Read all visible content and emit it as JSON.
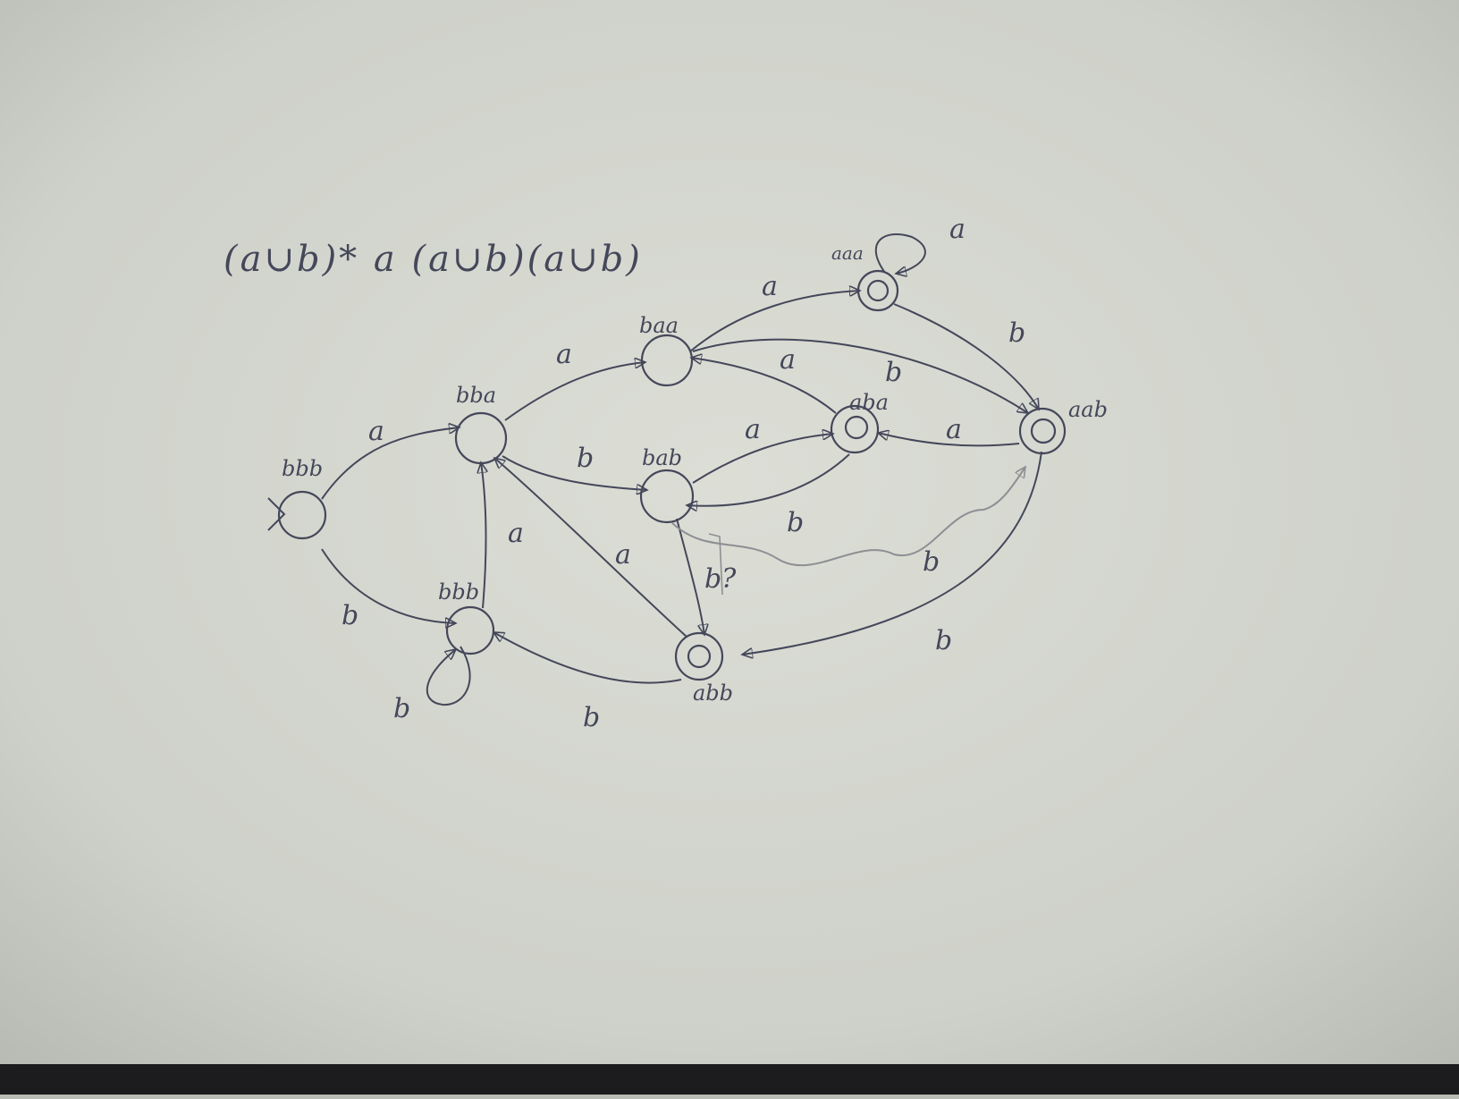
{
  "regex": {
    "text": "(a∪b)* a  (a∪b)(a∪b)"
  },
  "states": [
    {
      "id": "s0",
      "label": "bbb",
      "accepting": false,
      "start": true
    },
    {
      "id": "s1",
      "label": "bba",
      "accepting": false,
      "start": false
    },
    {
      "id": "s2",
      "label": "bbb",
      "accepting": false,
      "start": false
    },
    {
      "id": "s3",
      "label": "baa",
      "accepting": false,
      "start": false
    },
    {
      "id": "s4",
      "label": "bab",
      "accepting": false,
      "start": false
    },
    {
      "id": "s5",
      "label": "aaa",
      "accepting": true,
      "start": false
    },
    {
      "id": "s6",
      "label": "aba",
      "accepting": true,
      "start": false
    },
    {
      "id": "s7",
      "label": "aab",
      "accepting": true,
      "start": false
    },
    {
      "id": "s8",
      "label": "abb",
      "accepting": true,
      "start": false
    }
  ],
  "transitions": [
    {
      "from": "s0",
      "to": "s1",
      "symbol": "a"
    },
    {
      "from": "s0",
      "to": "s2",
      "symbol": "b"
    },
    {
      "from": "s2",
      "to": "s2",
      "symbol": "b"
    },
    {
      "from": "s2",
      "to": "s1",
      "symbol": "a"
    },
    {
      "from": "s1",
      "to": "s3",
      "symbol": "a"
    },
    {
      "from": "s1",
      "to": "s4",
      "symbol": "b"
    },
    {
      "from": "s3",
      "to": "s5",
      "symbol": "a"
    },
    {
      "from": "s3",
      "to": "s7",
      "symbol": "b"
    },
    {
      "from": "s5",
      "to": "s5",
      "symbol": "a"
    },
    {
      "from": "s5",
      "to": "s7",
      "symbol": "b"
    },
    {
      "from": "s6",
      "to": "s3",
      "symbol": "a"
    },
    {
      "from": "s4",
      "to": "s6",
      "symbol": "a"
    },
    {
      "from": "s6",
      "to": "s4",
      "symbol": "b"
    },
    {
      "from": "s7",
      "to": "s6",
      "symbol": "a"
    },
    {
      "from": "s4",
      "to": "s7",
      "symbol": "b"
    },
    {
      "from": "s4",
      "to": "s8",
      "symbol": "b?"
    },
    {
      "from": "s8",
      "to": "s1",
      "symbol": "a"
    },
    {
      "from": "s8",
      "to": "s2",
      "symbol": "b"
    },
    {
      "from": "s7",
      "to": "s8",
      "symbol": "b"
    }
  ],
  "colors": {
    "paper": "#dcded6",
    "ink": "#45475a",
    "pencil_faint": "#8d8f93",
    "background": "#b9bcb4",
    "table_edge": "#1c1c1e"
  }
}
